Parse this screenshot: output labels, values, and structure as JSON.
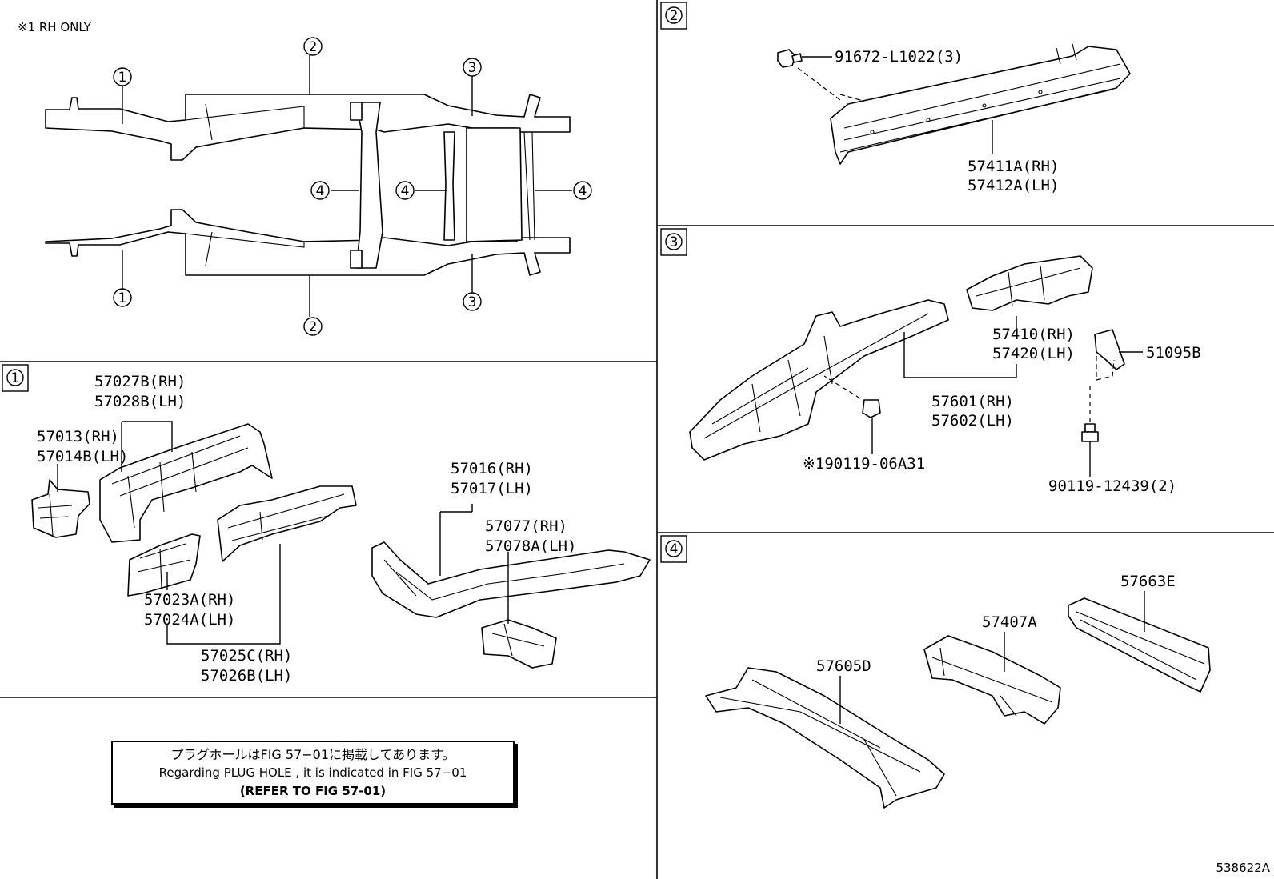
{
  "header_note": "※1 RH ONLY",
  "callouts": {
    "c1": "1",
    "c2": "2",
    "c3": "3",
    "c4": "4"
  },
  "section_tags": {
    "s1": "1",
    "s2": "2",
    "s3": "3",
    "s4": "4"
  },
  "section1": {
    "l_57027B": "57027B(RH)",
    "l_57028B": "57028B(LH)",
    "l_57013": "57013(RH)",
    "l_57014B": "57014B(LH)",
    "l_57016": "57016(RH)",
    "l_57017": "57017(LH)",
    "l_57077": "57077(RH)",
    "l_57078A": "57078A(LH)",
    "l_57023A": "57023A(RH)",
    "l_57024A": "57024A(LH)",
    "l_57025C": "57025C(RH)",
    "l_57026B": "57026B(LH)"
  },
  "section2": {
    "bolt": "91672-L1022(3)",
    "l_57411A": "57411A(RH)",
    "l_57412A": "57412A(LH)"
  },
  "section3": {
    "l_57410": "57410(RH)",
    "l_57420": "57420(LH)",
    "l_51095B": "51095B",
    "l_57601": "57601(RH)",
    "l_57602": "57602(LH)",
    "bolt1": "※190119-06A31",
    "bolt2": "90119-12439(2)"
  },
  "section4": {
    "l_57663E": "57663E",
    "l_57407A": "57407A",
    "l_57605D": "57605D"
  },
  "note": {
    "line_jp": "プラグホールはFIG 57−01に掲載してあります。",
    "line_en": "Regarding  PLUG  HOLE , it is indicated in  FIG  57−01",
    "line_ref": "(REFER TO FIG 57-01)"
  },
  "figure_id": "538622A"
}
